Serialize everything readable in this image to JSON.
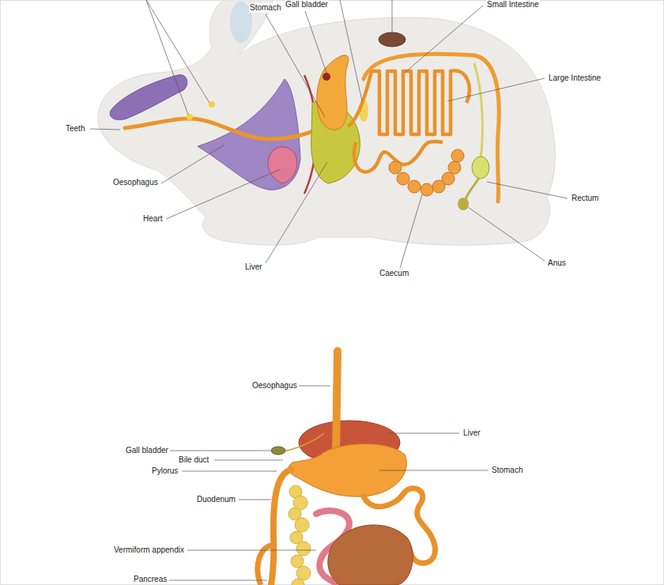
{
  "diagram": {
    "labels": [
      "Gall bladder",
      "Small Intestine",
      "Stomach",
      "Large Intestine",
      "Teeth",
      "Oesophagus",
      "Rectum",
      "Heart",
      "Anus",
      "Liver",
      "Caecum",
      "Oesophagus",
      "Liver",
      "Gall bladder",
      "Bile duct",
      "Pylorus",
      "Stomach",
      "Duodenum",
      "Vermiform appendix",
      "Pancreas"
    ]
  }
}
